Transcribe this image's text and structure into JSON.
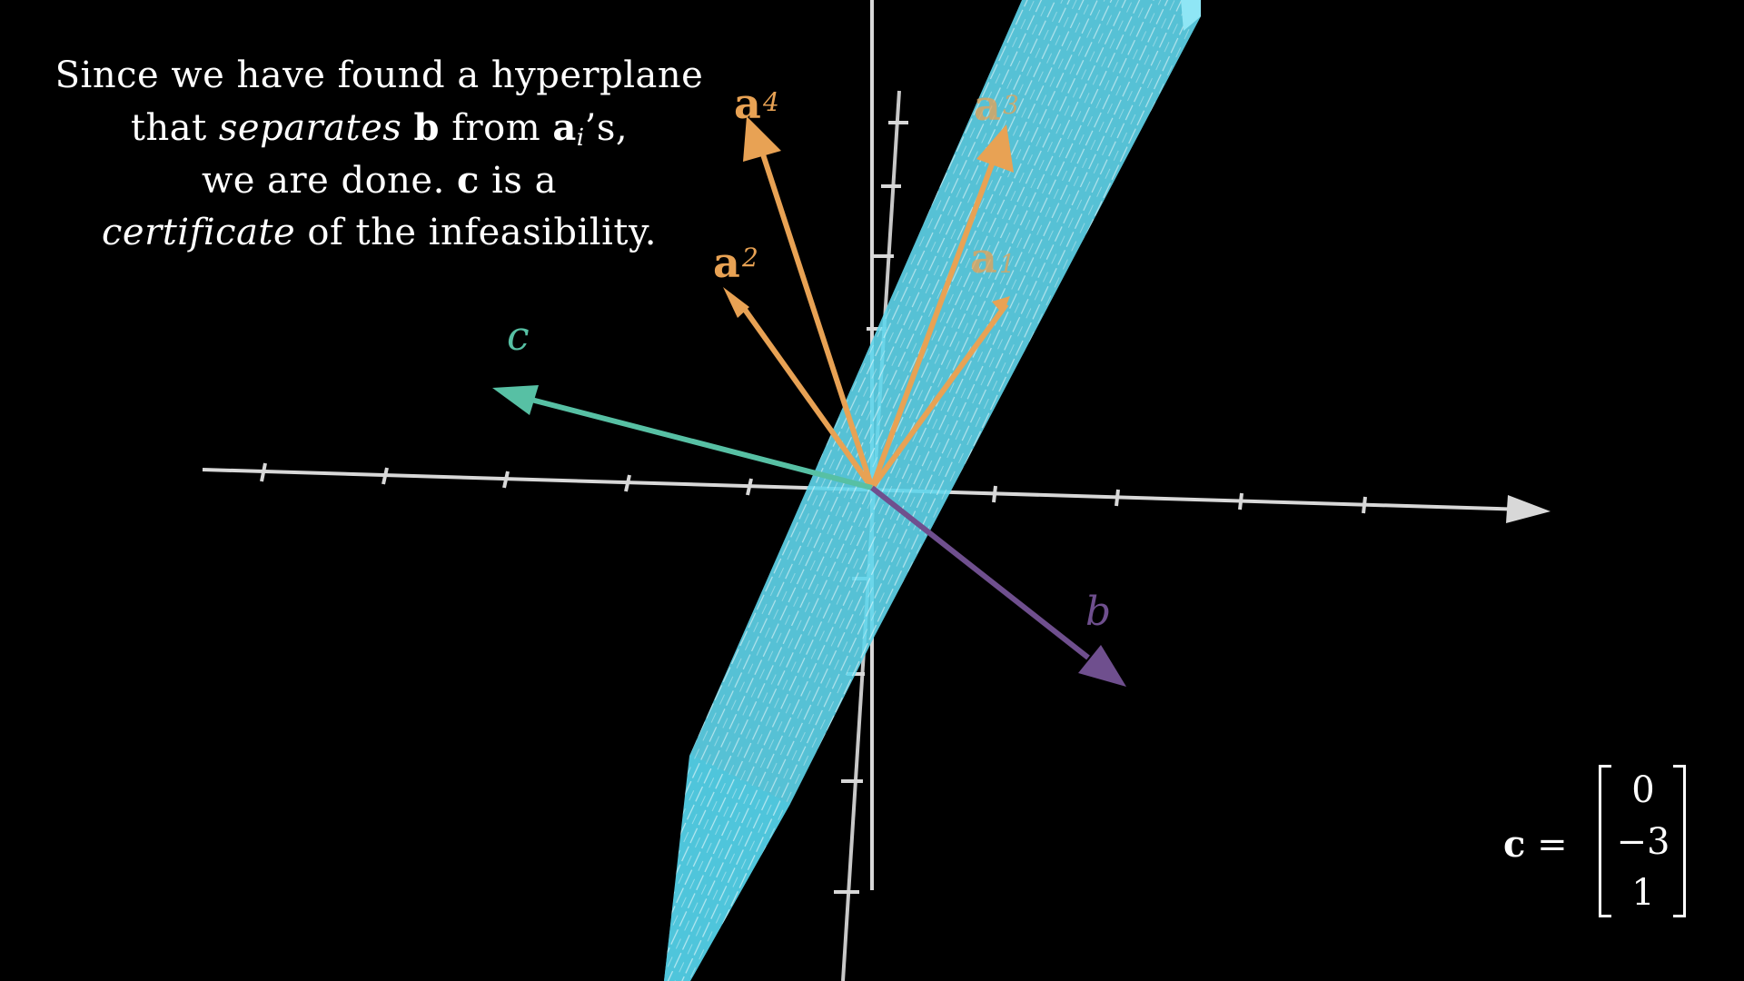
{
  "caption": {
    "line1": "Since we have found a hyperplane",
    "line2_a": "that ",
    "line2_b": "separates",
    "line2_c": " ",
    "line2_d": "b",
    "line2_e": " from ",
    "line2_f": "a",
    "line2_g": "i",
    "line2_h": "’s,",
    "line3_a": "we are done. ",
    "line3_b": "c",
    "line3_c": " is a",
    "line4_a": "certificate",
    "line4_b": " of the infeasibility."
  },
  "labels": {
    "c": "c",
    "b": "b",
    "a1_base": "a",
    "a1_sub": "1",
    "a2_base": "a",
    "a2_sub": "2",
    "a3_base": "a",
    "a3_sub": "3",
    "a4_base": "a",
    "a4_sub": "4"
  },
  "certificate": {
    "lhs_symbol": "c",
    "equals": " =",
    "values": [
      "0",
      "−3",
      "1"
    ]
  },
  "colors": {
    "background": "#000000",
    "axes": "#d8d8d8",
    "a_vectors": "#e8a254",
    "c_vector": "#57c0a4",
    "b_vector": "#6f4f8e",
    "hyperplane": "#5fd6ec",
    "text": "#ffffff"
  }
}
